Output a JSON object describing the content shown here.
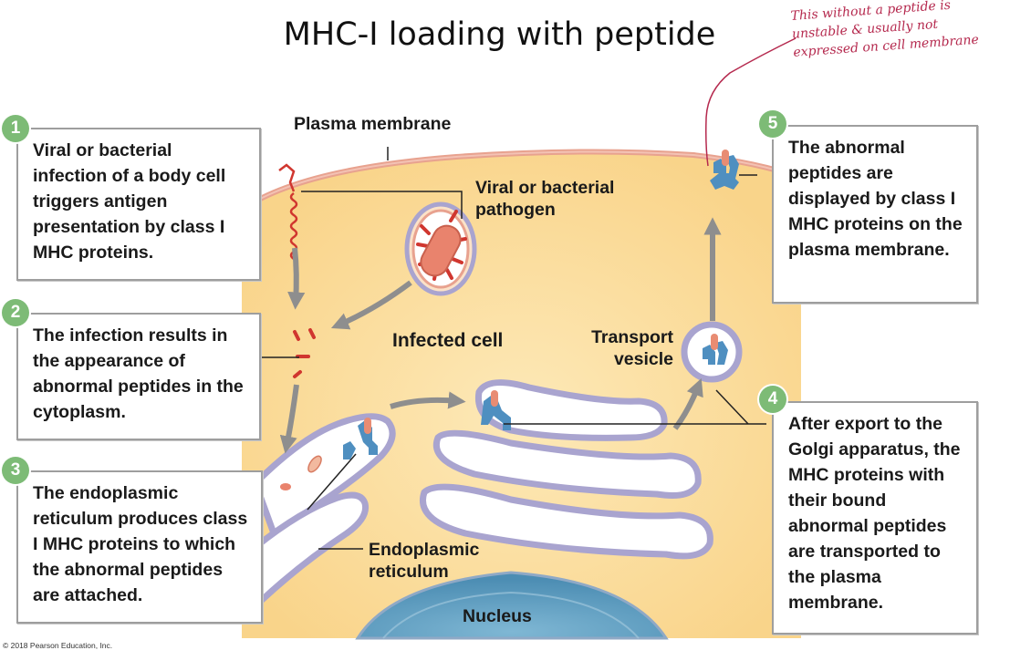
{
  "title": "MHC-I loading with peptide",
  "handwritten_note": "This without a peptide is unstable & usually not expressed on cell membrane",
  "steps": [
    {
      "number": "1",
      "text": "Viral or bacterial infection of a body cell triggers antigen presentation by class I MHC proteins."
    },
    {
      "number": "2",
      "text": "The infection results in the appearance of abnormal peptides in the cytoplasm."
    },
    {
      "number": "3",
      "text": "The endoplasmic reticulum produces class I MHC proteins to which the abnormal peptides are attached."
    },
    {
      "number": "4",
      "text": "After export to the Golgi apparatus, the MHC proteins with their bound abnormal peptides are transported to the plasma membrane."
    },
    {
      "number": "5",
      "text": "The abnormal peptides are displayed by class I MHC proteins on the plasma membrane."
    }
  ],
  "labels": {
    "plasma_membrane": "Plasma membrane",
    "pathogen": "Viral or bacterial pathogen",
    "infected_cell": "Infected cell",
    "transport_vesicle": "Transport vesicle",
    "endoplasmic_reticulum": "Endoplasmic reticulum",
    "nucleus": "Nucleus"
  },
  "copyright": "© 2018 Pearson Education, Inc.",
  "colors": {
    "cytoplasm": "#fbe2a6",
    "membrane": "#e9a99c",
    "organelle": "#a9a4cf",
    "mhc": "#4f8fc0",
    "peptide": "#e88c73",
    "badge": "#7dbb76",
    "annotation": "#b5294e"
  }
}
